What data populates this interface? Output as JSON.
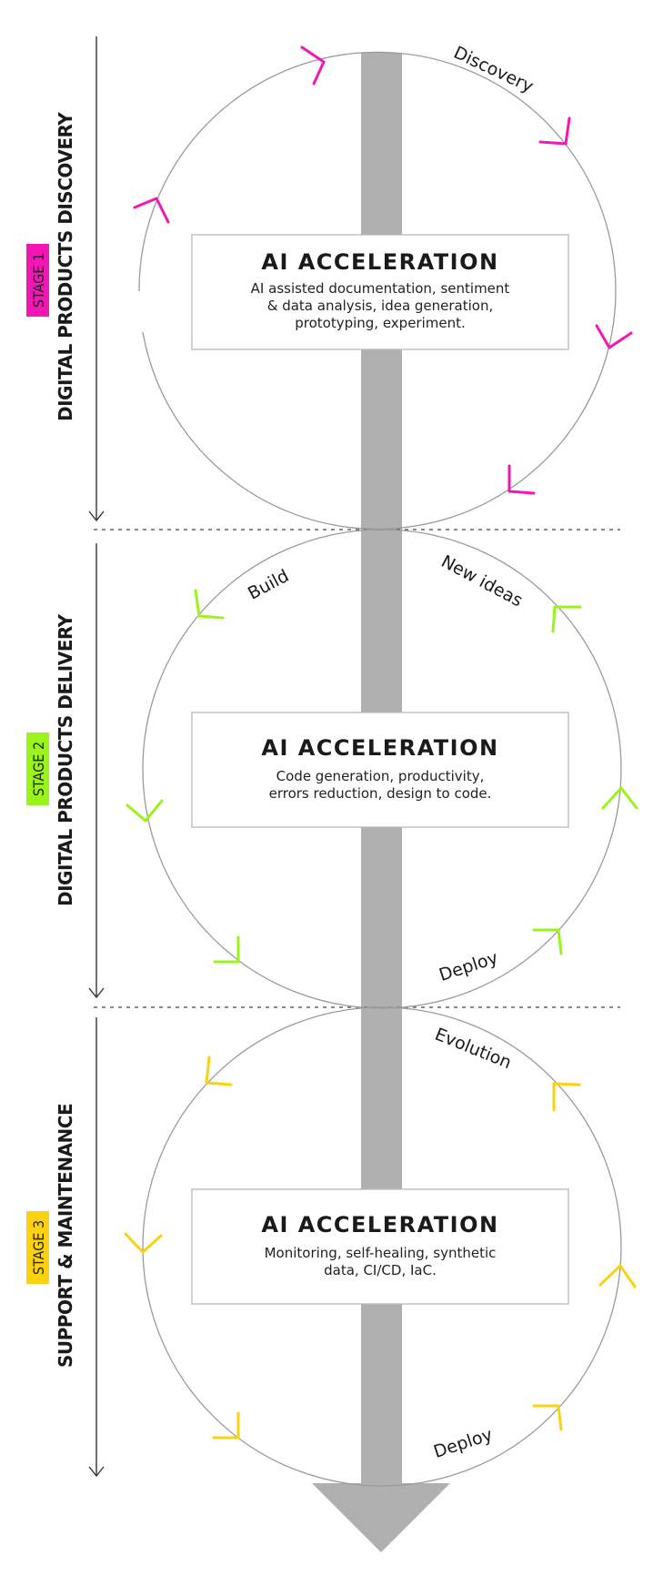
{
  "colors": {
    "stage1": "#f216b4",
    "stage2": "#9af31a",
    "stage3": "#fad211",
    "flow": "#b0b0b0",
    "circle": "#9a9a9a"
  },
  "stages": [
    {
      "number": "STAGE 1",
      "title": "DIGITAL PRODUCTS DISCOVERY",
      "box_title": "AI ACCELERATION",
      "box_lines": [
        "AI assisted documentation, sentiment",
        "& data analysis, idea generation,",
        "prototyping, experiment."
      ],
      "phases": [
        "Discovery"
      ]
    },
    {
      "number": "STAGE 2",
      "title": "DIGITAL PRODUCTS DELIVERY",
      "box_title": "AI ACCELERATION",
      "box_lines": [
        "Code generation, productivity,",
        "errors reduction, design to code."
      ],
      "phases": [
        "Build",
        "New ideas",
        "Deploy"
      ]
    },
    {
      "number": "STAGE 3",
      "title": "SUPPORT & MAINTENANCE",
      "box_title": "AI ACCELERATION",
      "box_lines": [
        "Monitoring, self-healing, synthetic",
        "data, CI/CD, IaC."
      ],
      "phases": [
        "Evolution",
        "Deploy"
      ]
    }
  ]
}
